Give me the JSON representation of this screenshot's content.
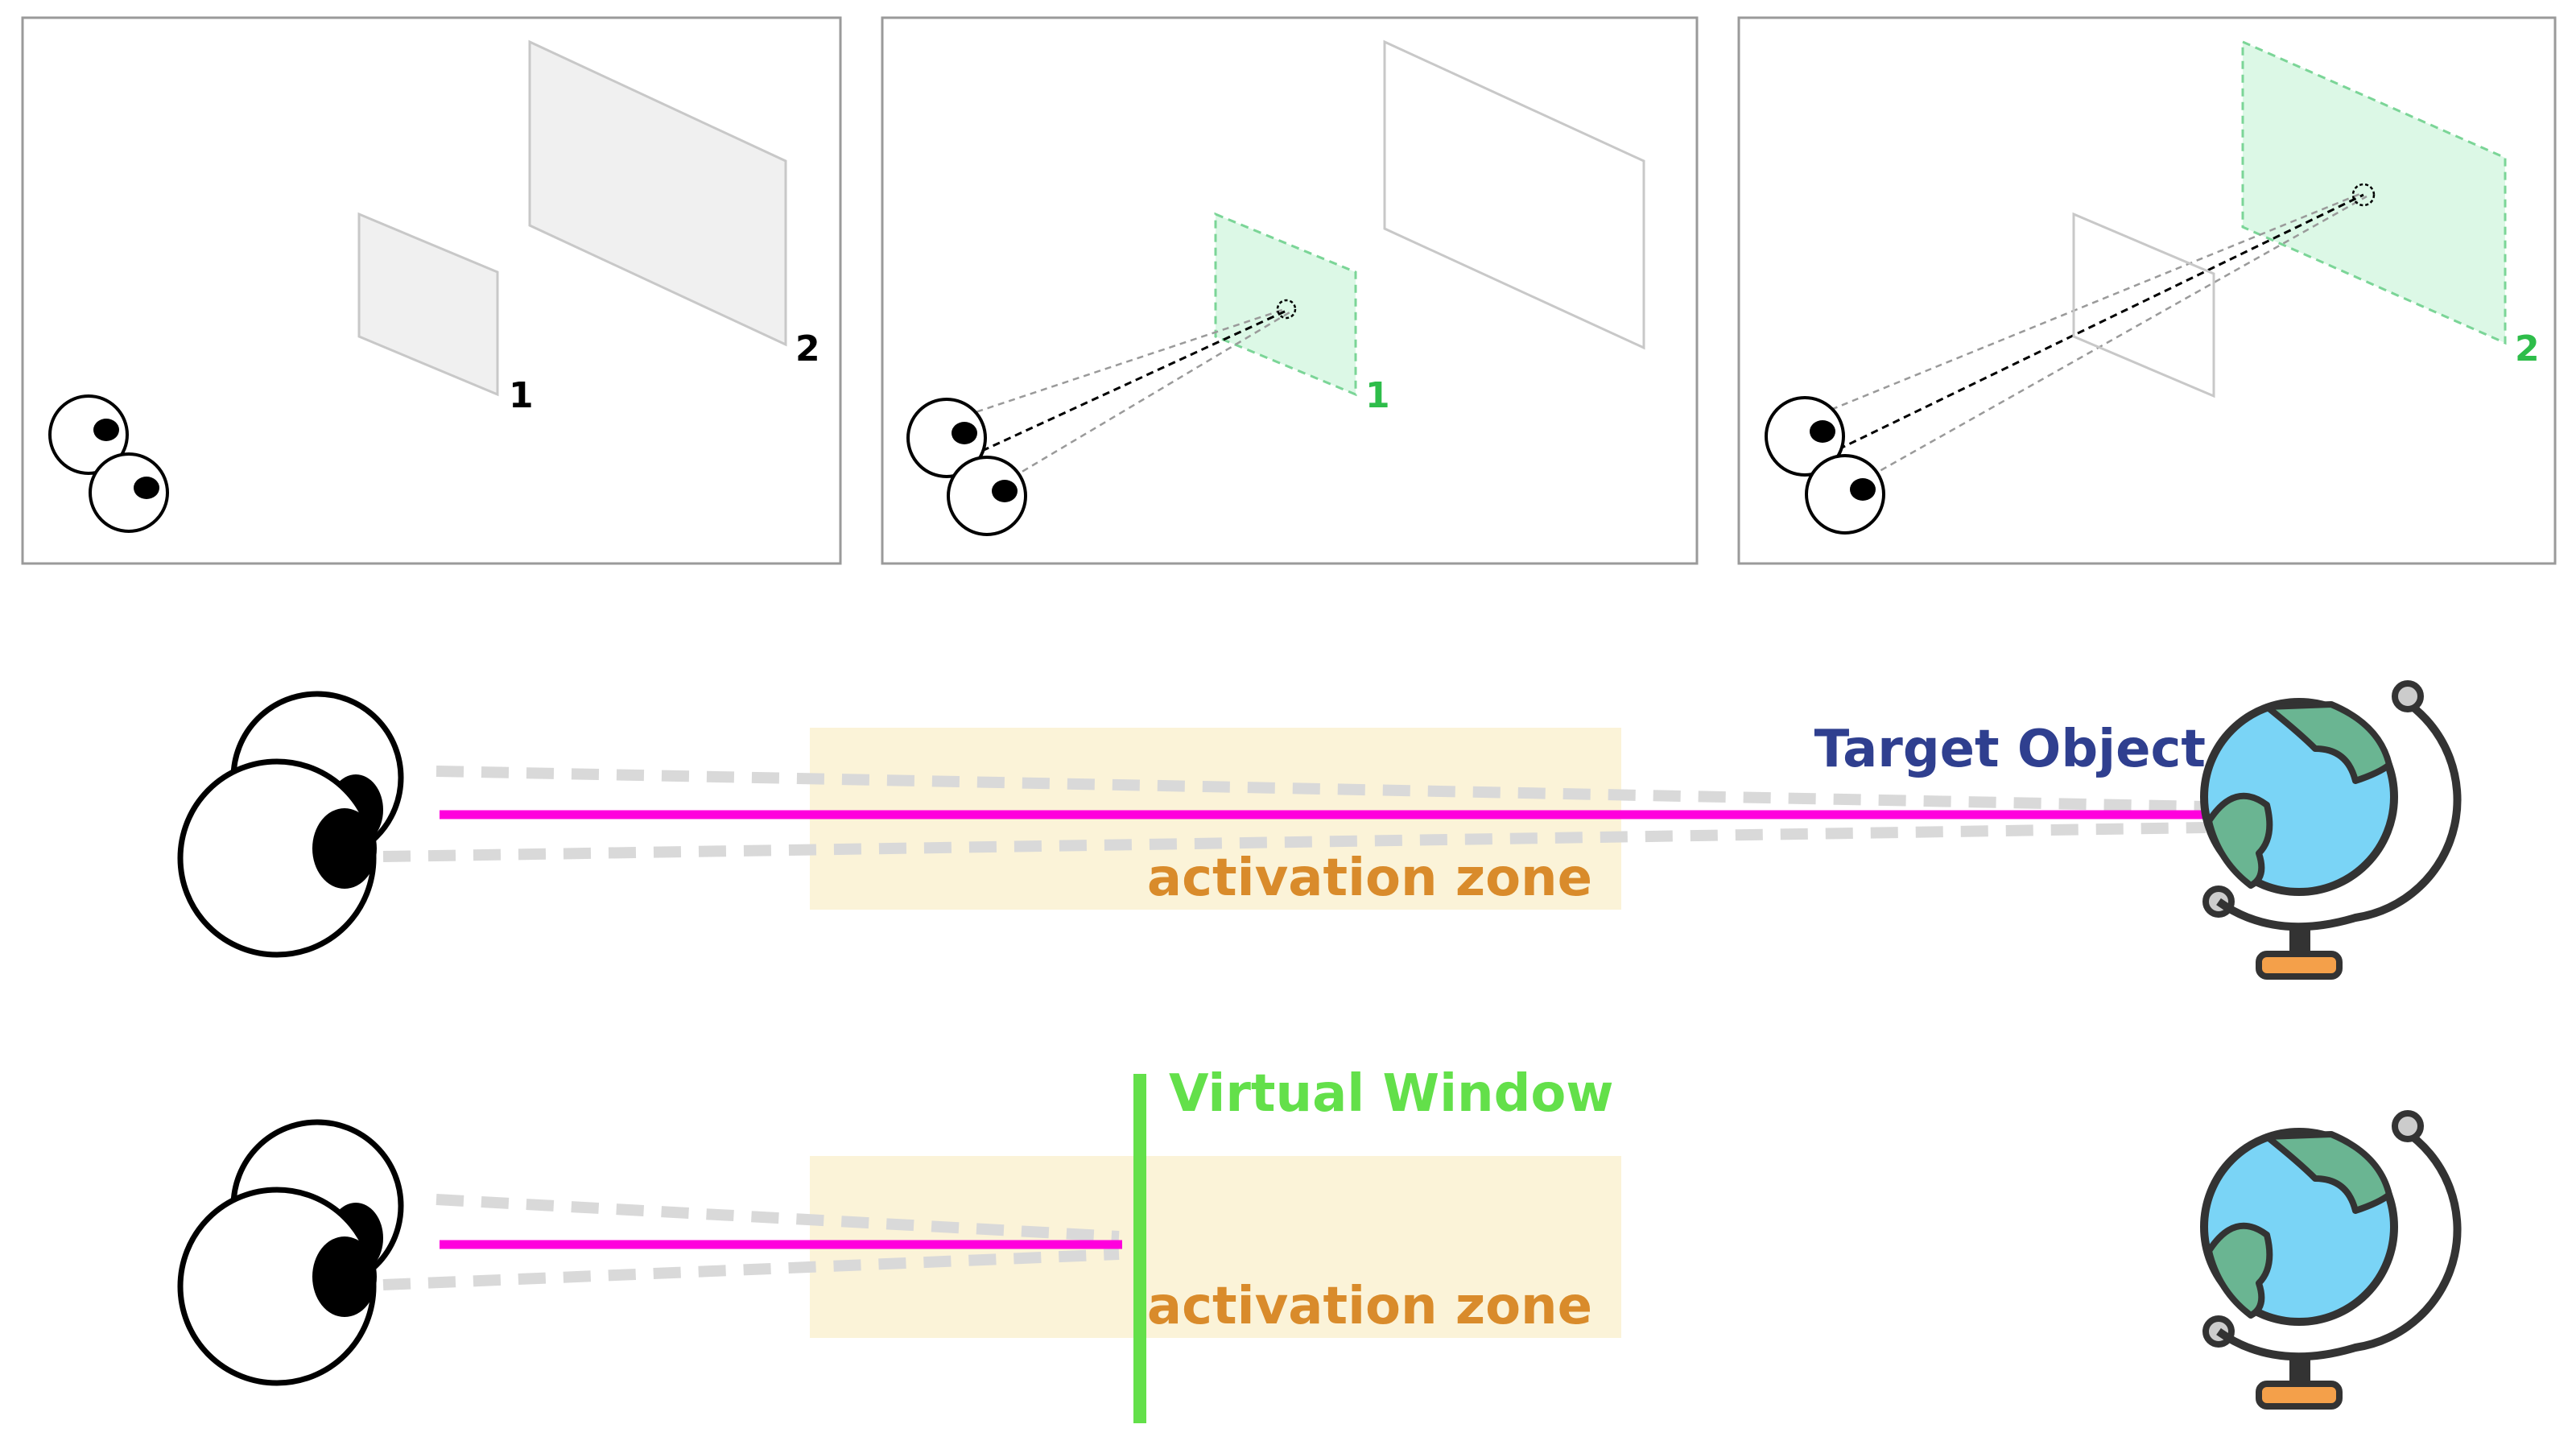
{
  "panels": [
    {
      "id": "panel-1",
      "plane_labels": [
        "1",
        "2"
      ],
      "plane_label_color": "#000000",
      "highlight": "none"
    },
    {
      "id": "panel-2",
      "plane_labels": [
        "1",
        ""
      ],
      "plane_label_color": "#2ebd4a",
      "highlight": "near"
    },
    {
      "id": "panel-3",
      "plane_labels": [
        "",
        "2"
      ],
      "plane_label_color": "#2ebd4a",
      "highlight": "far"
    }
  ],
  "row1": {
    "target_label": "Target Object",
    "zone_label": "activation zone"
  },
  "row2": {
    "window_label": "Virtual Window",
    "zone_label": "activation zone"
  },
  "colors": {
    "gaze_line": "#ff00dd",
    "activation_zone": "#fbf3d8",
    "zone_text": "#d98b2b",
    "target_text": "#2f3f8f",
    "virtual_window": "#63e04a",
    "highlight_fill": "#dcf8e6",
    "highlight_stroke": "#7bd597",
    "plane_fill": "#f0f0f0",
    "plane_stroke": "#c8c8c8",
    "globe_water": "#7ad4f6",
    "globe_land": "#6ab592",
    "globe_stand": "#f4a04a"
  },
  "icons": [
    "eyes-icon",
    "globe-icon"
  ]
}
